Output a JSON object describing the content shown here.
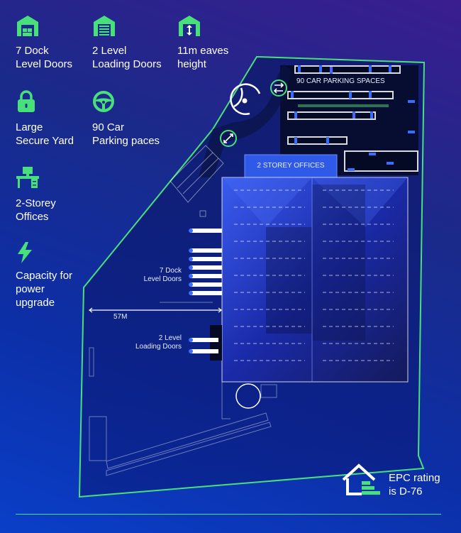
{
  "features": [
    {
      "icon": "warehouse-dock-icon",
      "label": "7 Dock\nLevel Doors"
    },
    {
      "icon": "warehouse-roller-door-icon",
      "label": "2 Level\nLoading Doors"
    },
    {
      "icon": "warehouse-height-icon",
      "label": "11m eaves\nheight"
    },
    {
      "icon": "padlock-icon",
      "label": "Large\nSecure Yard"
    },
    {
      "icon": "steering-wheel-icon",
      "label": "90 Car\nParking paces"
    },
    {
      "icon": "desk-computer-icon",
      "label": "2-Storey\nOffices"
    },
    {
      "icon": "lightning-bolt-icon",
      "label": "Capacity for\npower\nupgrade"
    }
  ],
  "site_plan": {
    "parking_label": "90 CAR PARKING SPACES",
    "offices_label": "2 STOREY OFFICES",
    "dock_doors_label": "7 Dock\nLevel Doors",
    "loading_doors_label": "2 Level\nLoading Doors",
    "width_label": "57M"
  },
  "epc": {
    "icon": "epc-house-icon",
    "label": "EPC rating\nis D-76"
  },
  "colors": {
    "accent": "#48e07a",
    "building": "#2f4fe0",
    "background": "#0c2fa8"
  }
}
